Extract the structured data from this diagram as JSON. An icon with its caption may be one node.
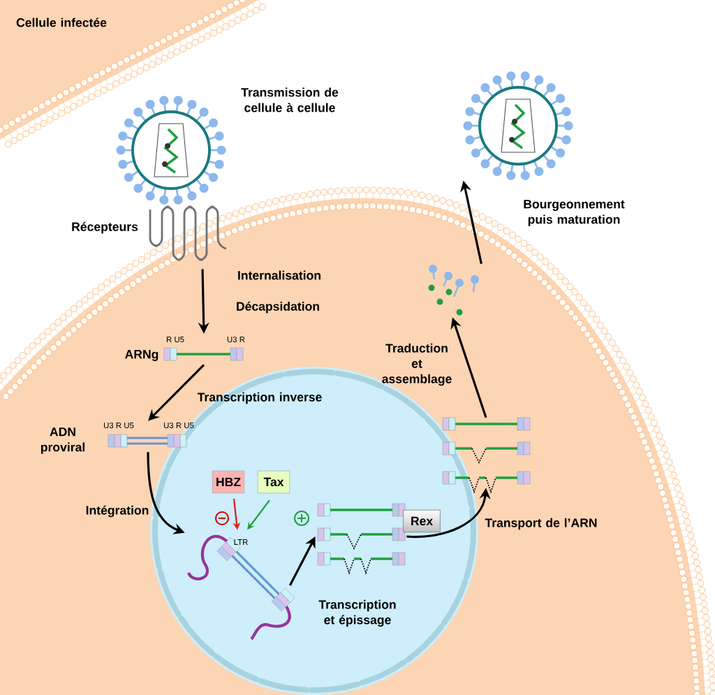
{
  "diagram": {
    "nodes": [
      {
        "text": [],
        "shape": "picture",
        "beside": [
          "Transmission de cellule à cellule"
        ]
      },
      {
        "text": [],
        "shape": "picture",
        "beside": [
          "Récepteurs"
        ]
      },
      {
        "text": [
          "R U5",
          "U3 R"
        ],
        "beside": [
          "ARNg"
        ]
      },
      {
        "text": [
          "U3 R U5",
          "U3 R U5"
        ],
        "beside": [
          "ADN proviral"
        ]
      },
      {
        "text": [
          "LTR"
        ]
      },
      {
        "text": [
          "HBZ"
        ]
      },
      {
        "text": [
          "Tax"
        ]
      },
      {
        "text": [],
        "shape": "picture"
      },
      {
        "text": [
          "Rex"
        ]
      },
      {
        "text": [],
        "shape": "picture"
      },
      {
        "text": [],
        "shape": "picture"
      },
      {
        "text": [],
        "shape": "picture"
      }
    ],
    "edges": [
      {
        "from": 1,
        "to": 2,
        "arrow": "to",
        "label": "Internalisation"
      },
      {
        "from": 2,
        "to": 3,
        "arrow": "to",
        "label": "Transcription inverse"
      },
      {
        "from": 3,
        "to": 4,
        "arrow": "to",
        "label": "Intégration"
      },
      {
        "from": 4,
        "to": 7,
        "arrow": "to"
      },
      {
        "from": 7,
        "to": 9,
        "arrow": "to",
        "label": "Transport de l’ARN"
      },
      {
        "from": 9,
        "to": 10,
        "arrow": "to",
        "label": "Traduction et assemblage"
      },
      {
        "from": 10,
        "to": 11,
        "arrow": "to",
        "label": "Bourgeonnement puis maturation"
      },
      {
        "from": 5,
        "to": 4,
        "arrow": "to",
        "color": "#e02020"
      },
      {
        "from": 6,
        "to": 4,
        "arrow": "to",
        "color": "#20a040"
      }
    ],
    "labels": [
      "Cellule infectée",
      "Décapsidation",
      "Transcription et épissage"
    ]
  }
}
